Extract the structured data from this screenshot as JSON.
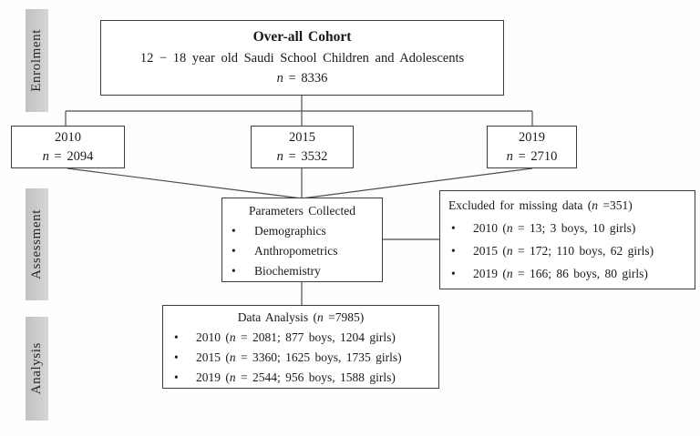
{
  "colors": {
    "box_border": "#3c3c3c",
    "label_bg": "#c9c9c9",
    "connector": "#4d4d4d",
    "text": "#1a1a1a"
  },
  "stages": {
    "enrolment": "Enrolment",
    "assessment": "Assessment",
    "analysis": "Analysis"
  },
  "cohort": {
    "title": "Over-all Cohort",
    "subtitle": "12 − 18 year old Saudi School Children and Adolescents",
    "n_italic": "n",
    "n_rest": " = 8336"
  },
  "year_2010": {
    "year": "2010",
    "n_italic": "n",
    "n_rest": " = 2094"
  },
  "year_2015": {
    "year": "2015",
    "n_italic": "n",
    "n_rest": " = 3532"
  },
  "year_2019": {
    "year": "2019",
    "n_italic": "n",
    "n_rest": " = 2710"
  },
  "parameters": {
    "title": "Parameters Collected",
    "bullet": "•",
    "items": [
      "Demographics",
      "Anthropometrics",
      "Biochemistry"
    ]
  },
  "excluded": {
    "title_pre": "Excluded for missing data (",
    "title_n": "n",
    "title_post": " =351)",
    "bullet": "•",
    "items": [
      {
        "pre": "2010 (",
        "n": "n",
        "post": " = 13; 3 boys, 10 girls)"
      },
      {
        "pre": "2015 (",
        "n": "n",
        "post": " = 172; 110 boys, 62 girls)"
      },
      {
        "pre": "2019 (",
        "n": "n",
        "post": " = 166; 86 boys, 80 girls)"
      }
    ]
  },
  "data_analysis": {
    "title_pre": "Data Analysis (",
    "title_n": "n",
    "title_post": " =7985)",
    "bullet": "•",
    "items": [
      {
        "pre": "2010 (",
        "n": "n",
        "post": " = 2081; 877 boys, 1204 girls)"
      },
      {
        "pre": "2015 (",
        "n": "n",
        "post": " = 3360; 1625 boys, 1735 girls)"
      },
      {
        "pre": "2019 (",
        "n": "n",
        "post": " = 2544; 956 boys, 1588 girls)"
      }
    ]
  }
}
